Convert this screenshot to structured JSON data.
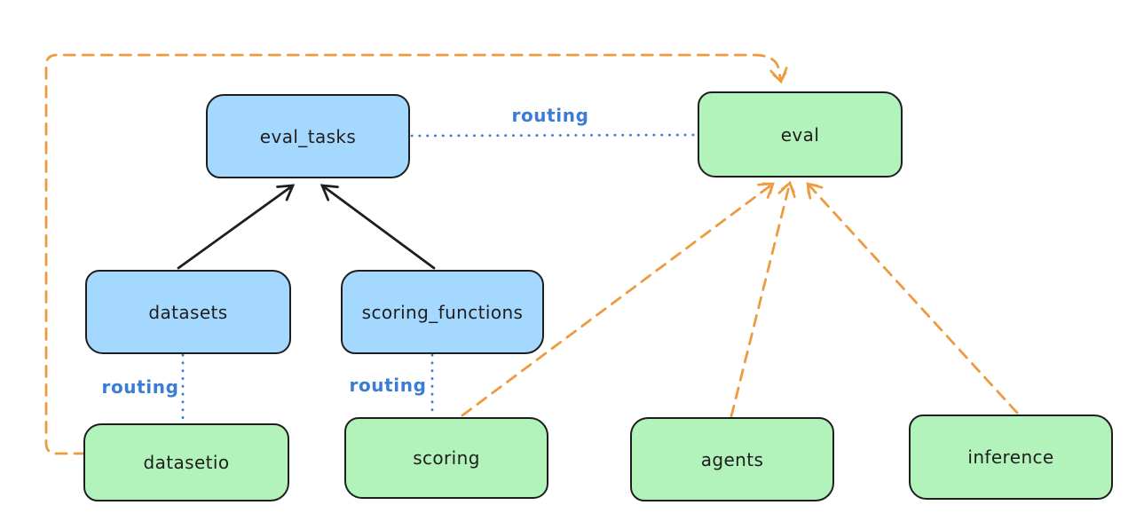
{
  "colors": {
    "node_stroke": "#1e1e1e",
    "blue_fill": "#a5d8ff",
    "green_fill": "#b2f2bb",
    "routing_blue": "#3b7dd4",
    "orange": "#ec9b40",
    "text": "#1e1e1e",
    "bg": "#ffffff"
  },
  "nodes": {
    "eval_tasks": {
      "label": "eval_tasks",
      "fill": "#a5d8ff"
    },
    "eval": {
      "label": "eval",
      "fill": "#b2f2bb"
    },
    "datasets": {
      "label": "datasets",
      "fill": "#a5d8ff"
    },
    "scoring_functions": {
      "label": "scoring_functions",
      "fill": "#a5d8ff"
    },
    "datasetio": {
      "label": "datasetio",
      "fill": "#b2f2bb"
    },
    "scoring": {
      "label": "scoring",
      "fill": "#b2f2bb"
    },
    "agents": {
      "label": "agents",
      "fill": "#b2f2bb"
    },
    "inference": {
      "label": "inference",
      "fill": "#b2f2bb"
    }
  },
  "edge_labels": {
    "eval_tasks_to_eval": "routing",
    "datasets_to_datasetio": "routing",
    "scoring_functions_to_scoring": "routing"
  }
}
